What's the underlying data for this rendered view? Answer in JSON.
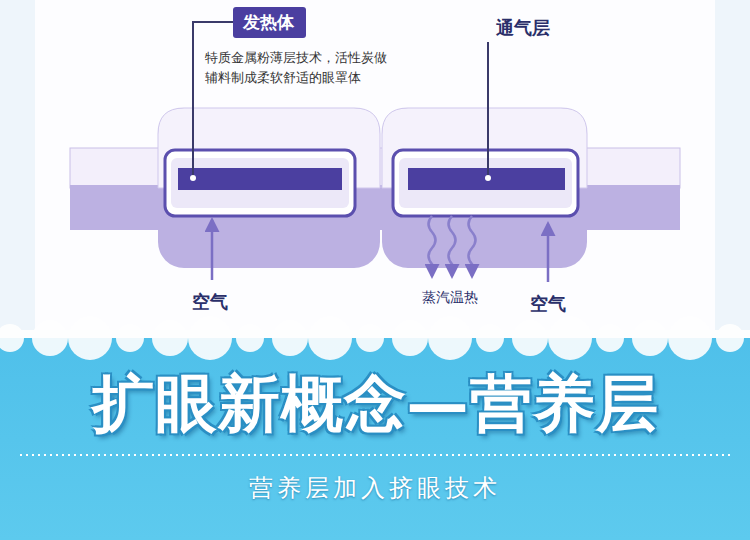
{
  "diagram": {
    "title": "扩眼新概念—营养层",
    "caption": "营养层加入挤眼技术",
    "nodes": [
      {
        "text": [
          "发热体"
        ]
      }
    ],
    "labels": [
      "特质金属粉薄层技术，活性炭做辅料制成柔软舒适的眼罩体",
      "通气层",
      "空气",
      "蒸汽温热",
      "空气"
    ]
  }
}
